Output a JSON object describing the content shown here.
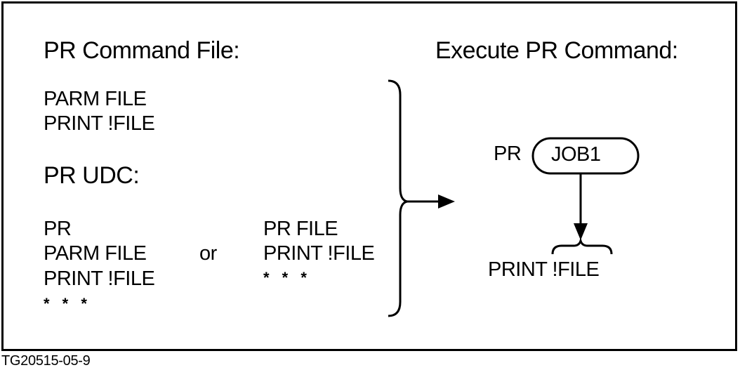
{
  "left": {
    "command_file_title": "PR Command File:",
    "command_file_lines": [
      "PARM FILE",
      "PRINT !FILE"
    ],
    "udc_title": "PR UDC:",
    "udc_a_lines": [
      "PR",
      "PARM FILE",
      "PRINT !FILE",
      "* * *"
    ],
    "or_label": "or",
    "udc_b_lines": [
      "PR FILE",
      "PRINT !FILE",
      "* * *"
    ]
  },
  "right": {
    "execute_title": "Execute PR Command:",
    "command_prefix": "PR",
    "job_label": "JOB1",
    "result_line": "PRINT !FILE"
  },
  "figure_id": "TG20515-05-9",
  "colors": {
    "ink": "#000000",
    "background": "#ffffff"
  }
}
